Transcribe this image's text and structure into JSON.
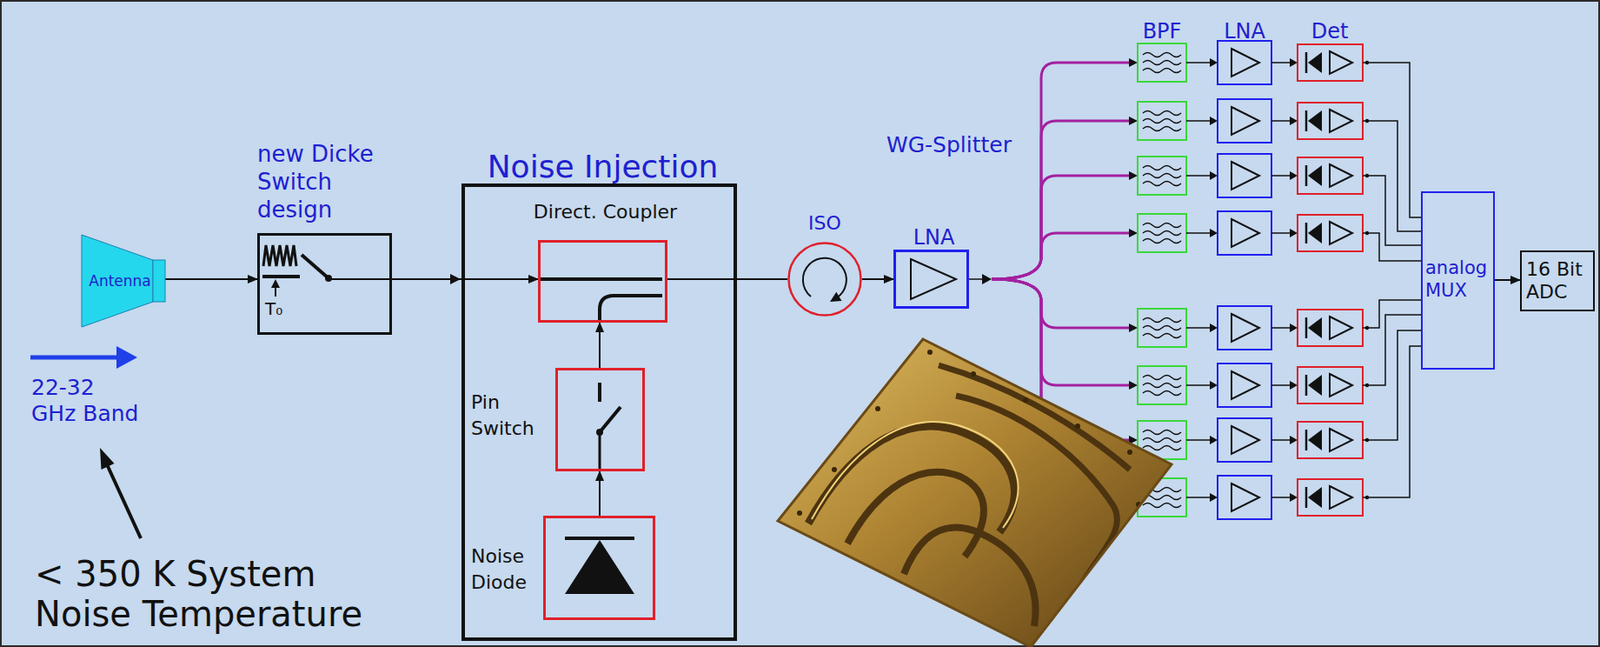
{
  "diagram": {
    "nodes": [
      {
        "text": [
          "Antenna"
        ]
      },
      {
        "text": [
          "new Dicke Switch design",
          "T₀"
        ]
      },
      {
        "text": [
          "Noise Injection"
        ]
      },
      {
        "text": [
          "Direct. Coupler"
        ],
        "in": 2
      },
      {
        "text": [
          "Pin Switch"
        ],
        "in": 2
      },
      {
        "text": [
          "Noise Diode"
        ],
        "in": 2
      },
      {
        "text": [
          "ISO"
        ]
      },
      {
        "text": [
          "LNA"
        ]
      },
      {
        "text": [
          "analog MUX"
        ]
      },
      {
        "text": [
          "16 Bit ADC"
        ]
      }
    ],
    "edges": [
      {
        "from": 0,
        "to": 1,
        "arrow": "to"
      },
      {
        "from": 1,
        "to": 3,
        "arrow": "to"
      },
      {
        "from": 5,
        "to": 4,
        "arrow": "to"
      },
      {
        "from": 4,
        "to": 3,
        "arrow": "to"
      },
      {
        "from": 3,
        "to": 6,
        "arrow": "none"
      },
      {
        "from": 6,
        "to": 7,
        "arrow": "to"
      },
      {
        "from": 8,
        "to": 9,
        "arrow": "to"
      }
    ],
    "labels": [
      "22-32 GHz Band",
      "< 350 K System Noise Temperature",
      "WG-Splitter",
      "BPF",
      "LNA",
      "Det"
    ]
  }
}
